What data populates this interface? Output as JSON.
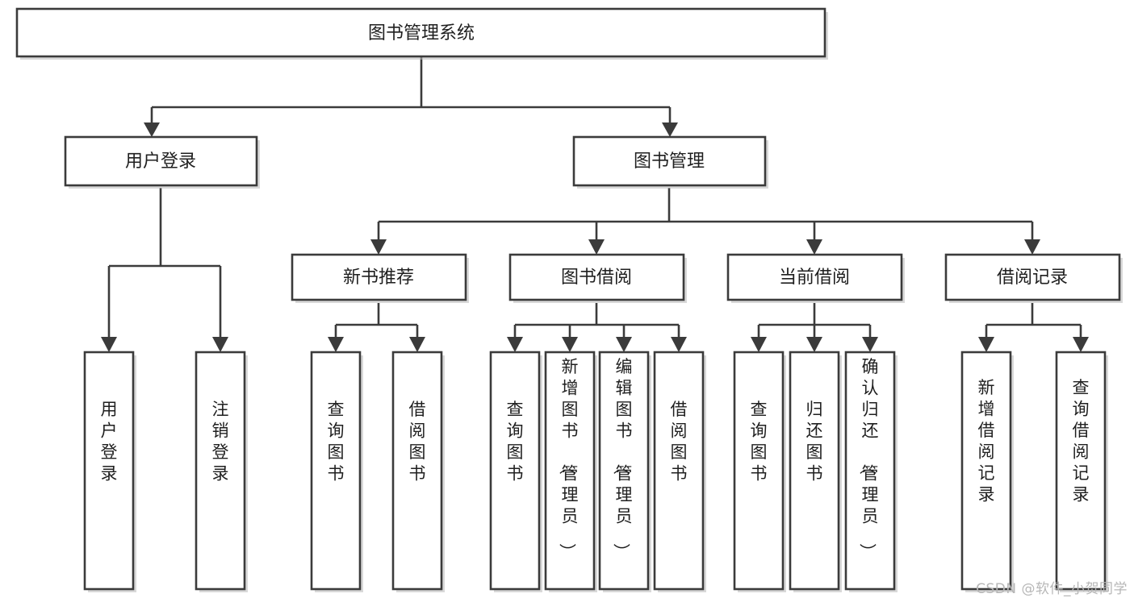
{
  "diagram": {
    "title": "图书管理系统",
    "type": "tree-hierarchy",
    "watermark": "CSDN @软件_小贺同学",
    "colors": {
      "box_fill": "#ffffff",
      "box_stroke": "#3b3b3b",
      "text": "#1f1f1f",
      "watermark": "#b7b7b7",
      "background": "#ffffff"
    },
    "levels": {
      "root": {
        "label": "图书管理系统",
        "orientation": "horizontal"
      },
      "level2": [
        {
          "label": "用户登录",
          "orientation": "horizontal"
        },
        {
          "label": "图书管理",
          "orientation": "horizontal"
        }
      ],
      "level3": [
        {
          "label": "新书推荐",
          "orientation": "horizontal"
        },
        {
          "label": "图书借阅",
          "orientation": "horizontal"
        },
        {
          "label": "当前借阅",
          "orientation": "horizontal"
        },
        {
          "label": "借阅记录",
          "orientation": "horizontal"
        }
      ],
      "leaves": [
        {
          "label": "用户登录",
          "orientation": "vertical",
          "parent": "用户登录"
        },
        {
          "label": "注销登录",
          "orientation": "vertical",
          "parent": "用户登录"
        },
        {
          "label": "查询图书",
          "orientation": "vertical",
          "parent": "新书推荐"
        },
        {
          "label": "借阅图书",
          "orientation": "vertical",
          "parent": "新书推荐"
        },
        {
          "label": "查询图书",
          "orientation": "vertical",
          "parent": "图书借阅"
        },
        {
          "label": "新增图书（管理员）",
          "orientation": "vertical",
          "parent": "图书借阅"
        },
        {
          "label": "编辑图书（管理员）",
          "orientation": "vertical",
          "parent": "图书借阅"
        },
        {
          "label": "借阅图书",
          "orientation": "vertical",
          "parent": "图书借阅"
        },
        {
          "label": "查询图书",
          "orientation": "vertical",
          "parent": "当前借阅"
        },
        {
          "label": "归还图书",
          "orientation": "vertical",
          "parent": "当前借阅"
        },
        {
          "label": "确认归还（管理员）",
          "orientation": "vertical",
          "parent": "当前借阅"
        },
        {
          "label": "新增借阅记录",
          "orientation": "vertical",
          "parent": "借阅记录"
        },
        {
          "label": "查询借阅记录",
          "orientation": "vertical",
          "parent": "借阅记录"
        }
      ]
    }
  }
}
